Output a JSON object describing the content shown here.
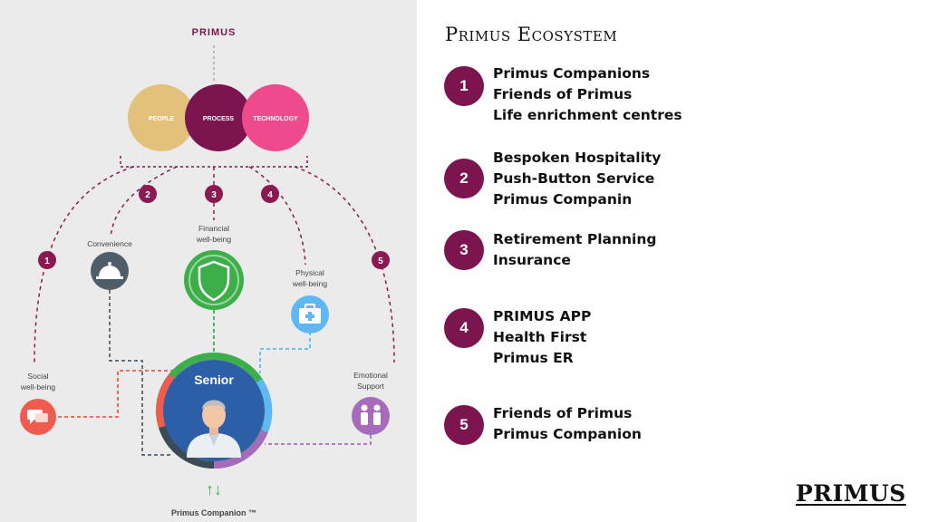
{
  "diagram": {
    "brand": "PRIMUS",
    "circles": [
      "PEOPLE",
      "PROCESS",
      "TECHNOLOGY"
    ],
    "numbers": [
      "1",
      "2",
      "3",
      "4",
      "5"
    ],
    "labels": {
      "social": [
        "Social",
        "well-being"
      ],
      "convenience": [
        "Convenience"
      ],
      "financial": [
        "Financial",
        "well-being"
      ],
      "physical": [
        "Physical",
        "well-being"
      ],
      "emotional": [
        "Emotional",
        "Support"
      ]
    },
    "center": "Senior",
    "arrows": "↑↓",
    "companion": "Primus Companion ™",
    "colors": {
      "people": "#e3c17a",
      "process": "#7c1450",
      "technology": "#ee4a8c",
      "accent": "#8b1a53",
      "senior": "#2d5fa8"
    }
  },
  "panel": {
    "title": "Primus Ecosystem",
    "items": [
      {
        "num": "1",
        "lines": [
          "Primus Companions",
          "Friends of Primus",
          "Life enrichment centres"
        ]
      },
      {
        "num": "2",
        "lines": [
          "Bespoken Hospitality",
          "Push-Button Service",
          "Primus Companin"
        ]
      },
      {
        "num": "3",
        "lines": [
          "Retirement Planning",
          "Insurance"
        ]
      },
      {
        "num": "4",
        "lines": [
          "PRIMUS APP",
          "Health First",
          "Primus ER"
        ]
      },
      {
        "num": "5",
        "lines": [
          "Friends of Primus",
          "Primus Companion"
        ]
      }
    ],
    "logo": "PRIMUS"
  }
}
